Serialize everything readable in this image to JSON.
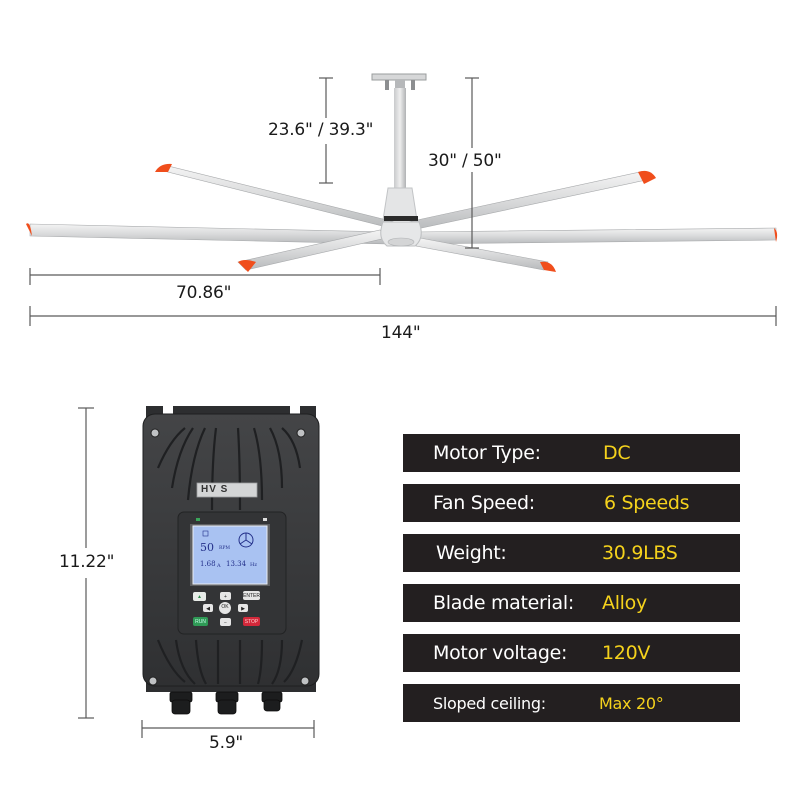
{
  "fan_diagram": {
    "downrod_length": "23.6\" / 39.3\"",
    "total_drop": "30\" / 50\"",
    "blade_length": "70.86\"",
    "fan_diameter": "144\""
  },
  "controller_diagram": {
    "height": "11.22\"",
    "width": "5.9\"",
    "brand_label": "HV  S",
    "display": {
      "speed_value": "50",
      "speed_unit": "RPM",
      "current_value": "1.68",
      "current_unit": "A",
      "frequency_value": "13.34",
      "frequency_unit": "Hz"
    },
    "keys": {
      "enter": "ENTER",
      "plus": "+",
      "minus": "−",
      "ok": "OK",
      "run": "RUN",
      "stop": "STOP",
      "left": "◀",
      "right": "▶"
    }
  },
  "specs": [
    {
      "label": "Motor Type:",
      "value": "DC"
    },
    {
      "label": "Fan Speed:",
      "value": "6 Speeds"
    },
    {
      "label": "Weight:",
      "value": "30.9LBS"
    },
    {
      "label": "Blade material:",
      "value": "Alloy"
    },
    {
      "label": "Motor voltage:",
      "value": "120V"
    },
    {
      "label": "Sloped ceiling:",
      "value": "Max 20°"
    }
  ],
  "colors": {
    "spec_background": "#231f20",
    "spec_value": "#f5d21c",
    "blade_tip": "#f04e1c",
    "controller_body": "#3a3b3d"
  }
}
